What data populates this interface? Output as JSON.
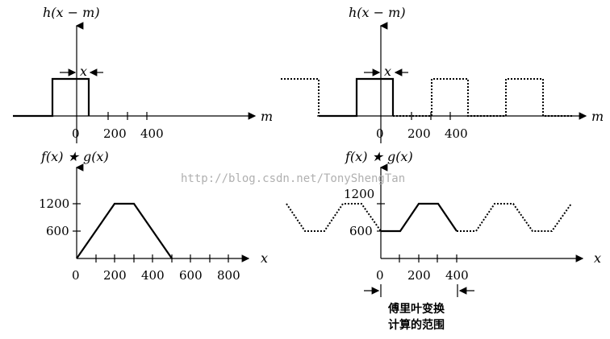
{
  "top_left": {
    "ylabel": "h(x − m)",
    "xlabel": "m",
    "width_label": "x",
    "ticks": [
      "0",
      "200",
      "400"
    ]
  },
  "top_right": {
    "ylabel": "h(x − m)",
    "xlabel": "m",
    "width_label": "x",
    "ticks": [
      "0",
      "200",
      "400"
    ]
  },
  "bottom_left": {
    "ylabel": "f(x) ★ g(x)",
    "xlabel": "x",
    "xticks": [
      "0",
      "200",
      "400",
      "600",
      "800"
    ],
    "yticks": [
      "600",
      "1200"
    ]
  },
  "bottom_right": {
    "ylabel": "f(x) ★ g(x)",
    "xlabel": "x",
    "xticks": [
      "0",
      "200",
      "400"
    ],
    "yticks": [
      "600",
      "1200"
    ],
    "caption_line1": "傅里叶变换",
    "caption_line2": "计算的范围"
  },
  "watermark": "http://blog.csdn.net/TonyShengTan"
}
